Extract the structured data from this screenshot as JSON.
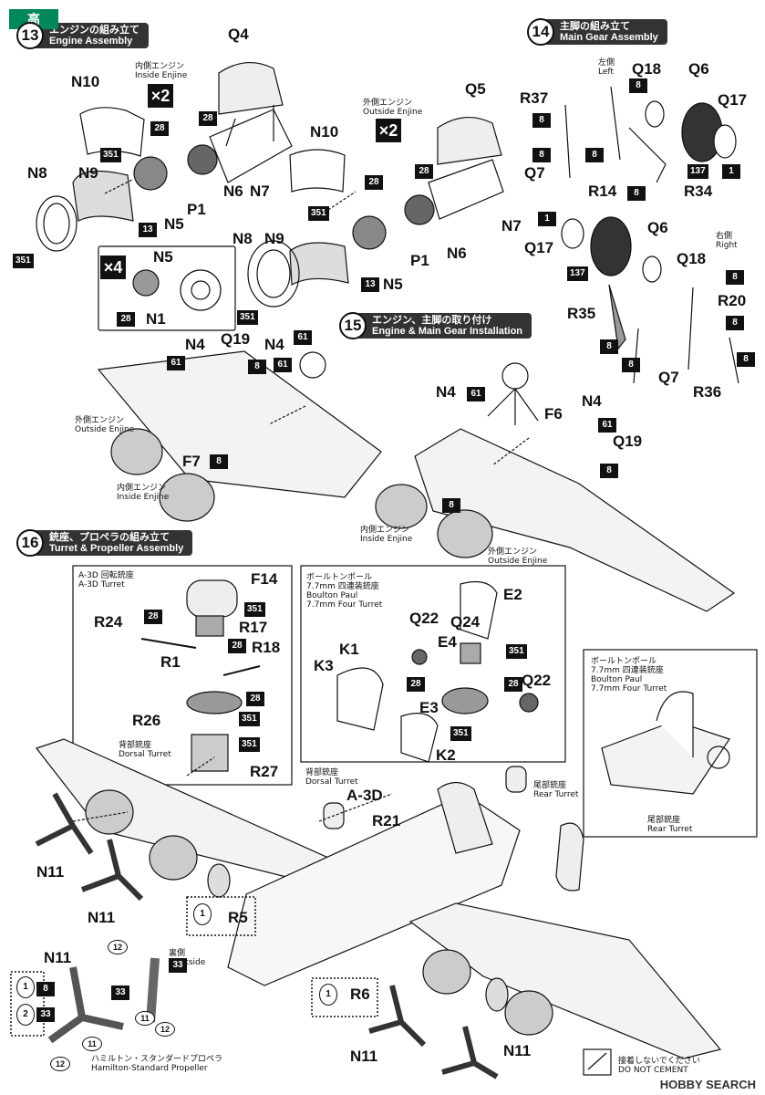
{
  "steps": [
    {
      "num": "13",
      "jp": "エンジンの組み立て",
      "en": "Engine Assembly"
    },
    {
      "num": "14",
      "jp": "主脚の組み立て",
      "en": "Main Gear Assembly"
    },
    {
      "num": "15",
      "jp": "エンジン、主脚の取り付け",
      "en": "Engine & Main Gear Installation"
    },
    {
      "num": "16",
      "jp": "銃座、プロペラの組み立て",
      "en": "Turret & Propeller Assembly"
    }
  ],
  "notes": {
    "inside_engine": "内側エンジン\nInside Enjine",
    "outside_engine": "外側エンジン\nOutside Enjine",
    "left": "左側\nLeft",
    "right": "右側\nRight",
    "a3d_turret": "A-3D 回転銃座\nA-3D Turret",
    "boulton_paul": "ボールトンポール\n7.7mm 四連装銃座\nBoulton Paul\n7.7mm Four Turret",
    "dorsal_turret": "背部銃座\nDorsal Turret",
    "dorsal_turret_a3d": "背部銃座\nDorsal Turret",
    "a3d": "A-3D",
    "rear_turret": "尾部銃座\nRear Turret",
    "backside": "裏側\nBackside",
    "hamilton": "ハミルトン・スタンダードプロペラ\nHamilton-Standard Propeller",
    "no_cement": "接着しないでください\nDO NOT CEMENT"
  },
  "multipliers": {
    "x2a": "×2",
    "x2b": "×2",
    "x4": "×4"
  },
  "watermark": "HOBBY SEARCH",
  "logo": "高",
  "parts": {
    "q4": "Q4",
    "q5": "Q5",
    "n10a": "N10",
    "n10b": "N10",
    "n8a": "N8",
    "n8b": "N8",
    "n9a": "N9",
    "n9b": "N9",
    "n6a": "N6",
    "n6b": "N6",
    "n7a": "N7",
    "n7b": "N7",
    "p1a": "P1",
    "p1b": "P1",
    "n5a": "N5",
    "n5b": "N5",
    "n5c": "N5",
    "n1": "N1",
    "q18a": "Q18",
    "q18b": "Q18",
    "q6a": "Q6",
    "q6b": "Q6",
    "q17a": "Q17",
    "q17b": "Q17",
    "r37": "R37",
    "q7a": "Q7",
    "q7b": "Q7",
    "r14": "R14",
    "r34": "R34",
    "r20": "R20",
    "r35": "R35",
    "r36": "R36",
    "n4a": "N4",
    "n4b": "N4",
    "n4c": "N4",
    "n4d": "N4",
    "q19a": "Q19",
    "q19b": "Q19",
    "f7": "F7",
    "f6": "F6",
    "f14": "F14",
    "r24": "R24",
    "r17": "R17",
    "r18": "R18",
    "r1": "R1",
    "r26": "R26",
    "r27": "R27",
    "e2": "E2",
    "q22a": "Q22",
    "q22b": "Q22",
    "q24": "Q24",
    "e4": "E4",
    "k1": "K1",
    "k3": "K3",
    "e3": "E3",
    "k2": "K2",
    "r21": "R21",
    "r5": "R5",
    "r6": "R6",
    "n11a": "N11",
    "n11b": "N11",
    "n11c": "N11",
    "n11d": "N11",
    "n11e": "N11"
  },
  "badges": {
    "b351": "351",
    "b13": "13",
    "b28": "28",
    "b8": "8",
    "b61": "61",
    "b137": "137",
    "b1": "1",
    "b12": "12",
    "b11": "11",
    "b33": "33"
  },
  "options": {
    "opt1": "1",
    "opt2": "2"
  }
}
